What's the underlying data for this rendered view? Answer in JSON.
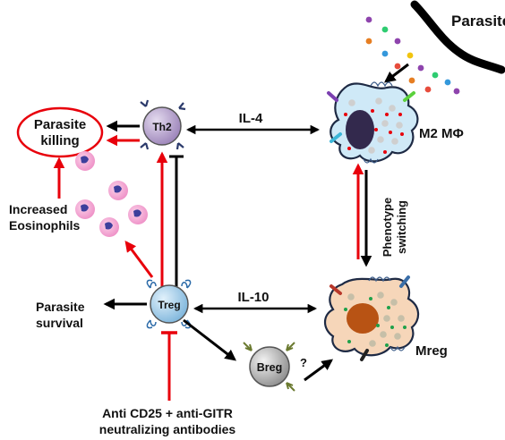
{
  "labels": {
    "parasite": "Parasite",
    "parasite_killing_line1": "Parasite",
    "parasite_killing_line2": "killing",
    "th2": "Th2",
    "il4": "IL-4",
    "m2_macrophage": "M2 MΦ",
    "increased_eosinophils_line1": "Increased",
    "increased_eosinophils_line2": "Eosinophils",
    "phenotype_switching_line1": "Phenotype",
    "phenotype_switching_line2": "switching",
    "parasite_survival_line1": "Parasite",
    "parasite_survival_line2": "survival",
    "treg": "Treg",
    "il10": "IL-10",
    "mreg": "Mreg",
    "breg": "Breg",
    "question_mark": "?",
    "antibodies_line1": "Anti CD25 + anti-GITR",
    "antibodies_line2": "neutralizing antibodies"
  },
  "colors": {
    "stimulate_red": "#e8000b",
    "arrow_black": "#000000",
    "killing_ellipse": "#e8000b",
    "th2_fill": "#b9a5cf",
    "treg_fill": "#a9cfe9",
    "breg_fill": "#bdbdbd",
    "m2_fill": "#cfe9f7",
    "m2_nucleus": "#33294d",
    "mreg_fill": "#f6d6b9",
    "mreg_nucleus": "#b85314",
    "eosinophil_fill": "#f2a8d3",
    "eosinophil_nucleus": "#3d3f9c",
    "worm": "#000000"
  },
  "icons": [
    "parasite-worm-icon",
    "antigen-dots-icon",
    "eosinophil-icon",
    "m2-macrophage-cell-icon",
    "mreg-cell-icon"
  ]
}
